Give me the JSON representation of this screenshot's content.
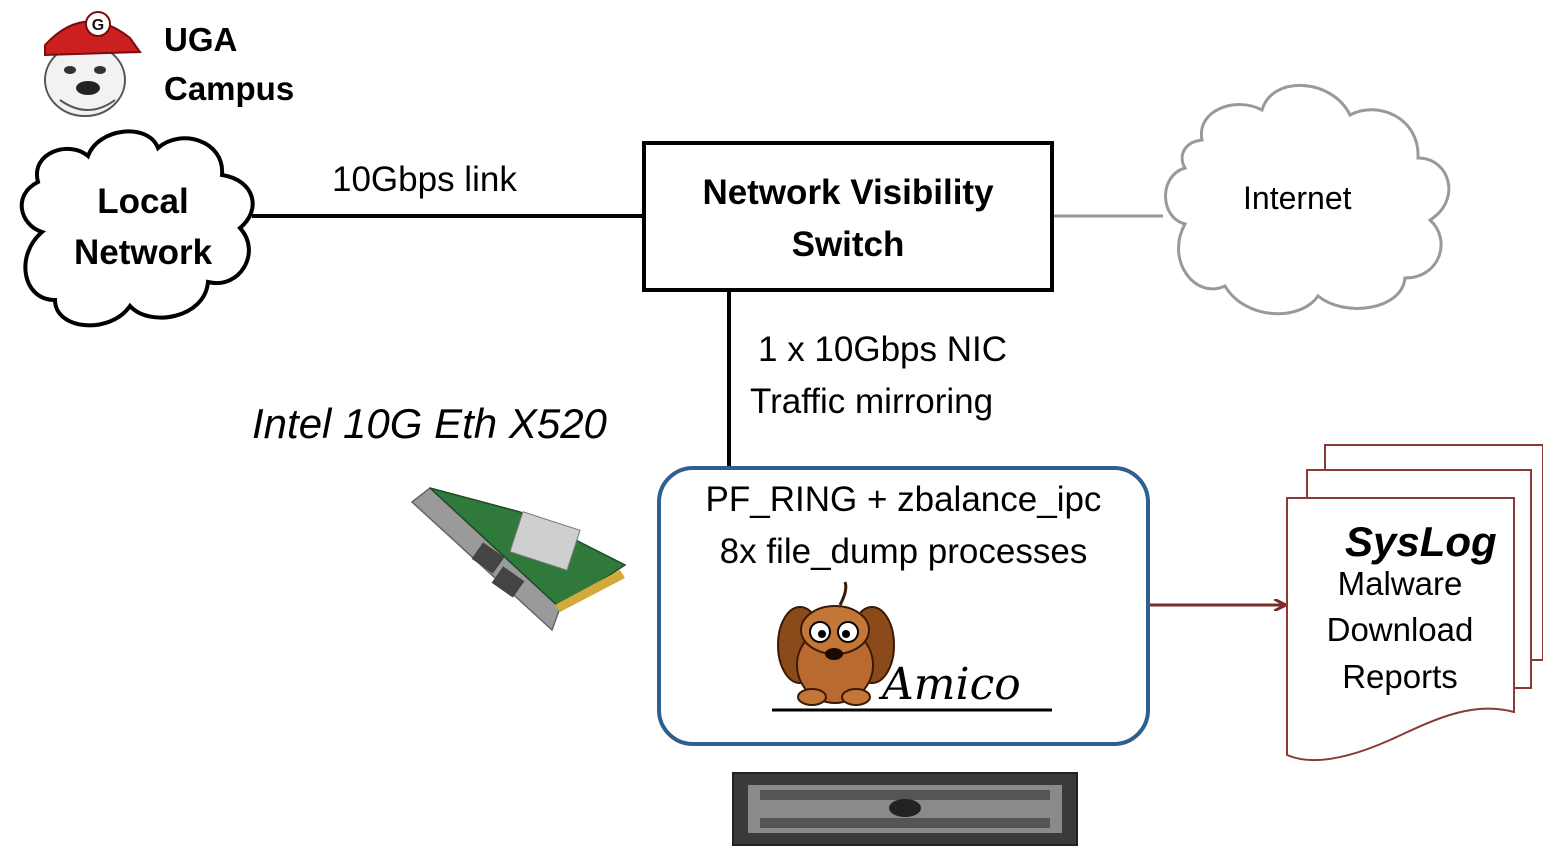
{
  "campus": {
    "line1": "UGA",
    "line2": "Campus"
  },
  "local_network": {
    "line1": "Local",
    "line2": "Network"
  },
  "link_label": "10Gbps link",
  "switch": {
    "line1": "Network Visibility",
    "line2": "Switch"
  },
  "internet": {
    "label": "Internet"
  },
  "nic": {
    "line1": "1 x 10Gbps NIC",
    "line2": "Traffic mirroring"
  },
  "nic_card": {
    "label": "Intel 10G Eth X520"
  },
  "processing": {
    "line1": "PF_RING + zbalance_ipc",
    "line2": "8x file_dump processes"
  },
  "amico": {
    "logo_text": "Amico"
  },
  "syslog": {
    "title": "SysLog",
    "line1": "Malware",
    "line2": "Download",
    "line3": "Reports"
  },
  "colors": {
    "processing_border": "#2e5f8f",
    "syslog_arrow": "#7b2c2a",
    "syslog_doc": "#8a3a35",
    "internet_cloud": "#999999"
  }
}
